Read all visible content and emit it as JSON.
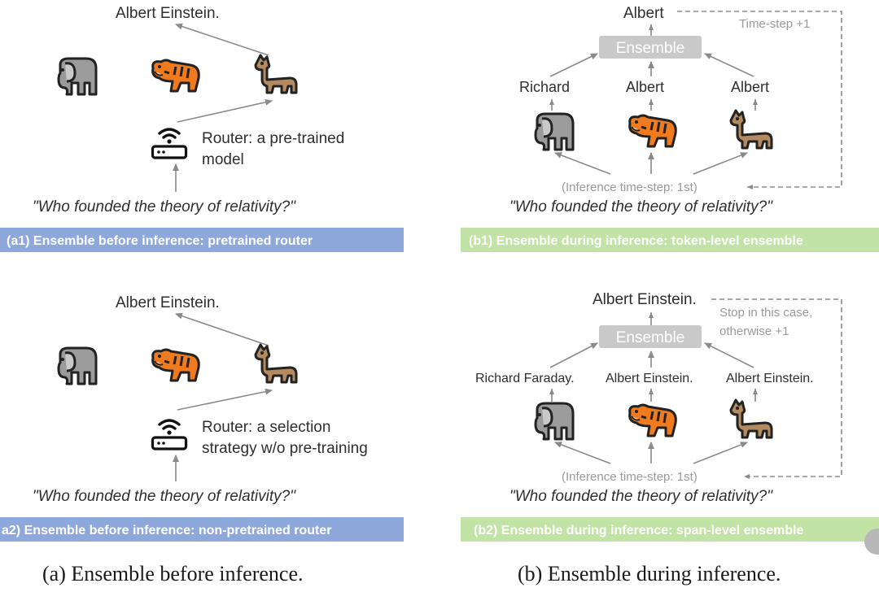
{
  "panel_a1": {
    "output": "Albert Einstein.",
    "router": [
      "Router: a pre-trained",
      "model"
    ],
    "question": "\"Who founded the theory of relativity?\"",
    "banner": "(a1) Ensemble before inference: pretrained router"
  },
  "panel_a2": {
    "output": "Albert Einstein.",
    "router": [
      "Router: a selection",
      "strategy w/o pre-training"
    ],
    "question": "\"Who founded the theory of relativity?\"",
    "banner": "a2) Ensemble before inference: non-pretrained router"
  },
  "panel_b1": {
    "output": "Albert",
    "ensemble": "Ensemble",
    "step_note": "Time-step +1",
    "candidates": [
      "Richard",
      "Albert",
      "Albert"
    ],
    "inference": "(Inference time-step: 1st)",
    "question": "\"Who founded the theory of relativity?\"",
    "banner": "(b1) Ensemble during inference: token-level ensemble"
  },
  "panel_b2": {
    "output": "Albert Einstein.",
    "ensemble": "Ensemble",
    "step_note": [
      "Stop in this case,",
      "otherwise +1"
    ],
    "candidates": [
      "Richard Faraday.",
      "Albert Einstein.",
      "Albert Einstein."
    ],
    "inference": "(Inference time-step: 1st)",
    "question": "\"Who founded the theory of relativity?\"",
    "banner": "(b2) Ensemble during inference: span-level ensemble"
  },
  "captions": {
    "a": "(a) Ensemble before inference.",
    "b": "(b) Ensemble during inference."
  },
  "colors": {
    "banner_blue": "#8fa8dc",
    "banner_green": "#c2e3a6",
    "ensemble_box": "#c9c9c9",
    "elephant": "#9b9b9b",
    "tiger": "#f07a1e",
    "llama": "#b48a60"
  },
  "icons": [
    "elephant-icon",
    "tiger-icon",
    "llama-icon",
    "router-icon"
  ]
}
